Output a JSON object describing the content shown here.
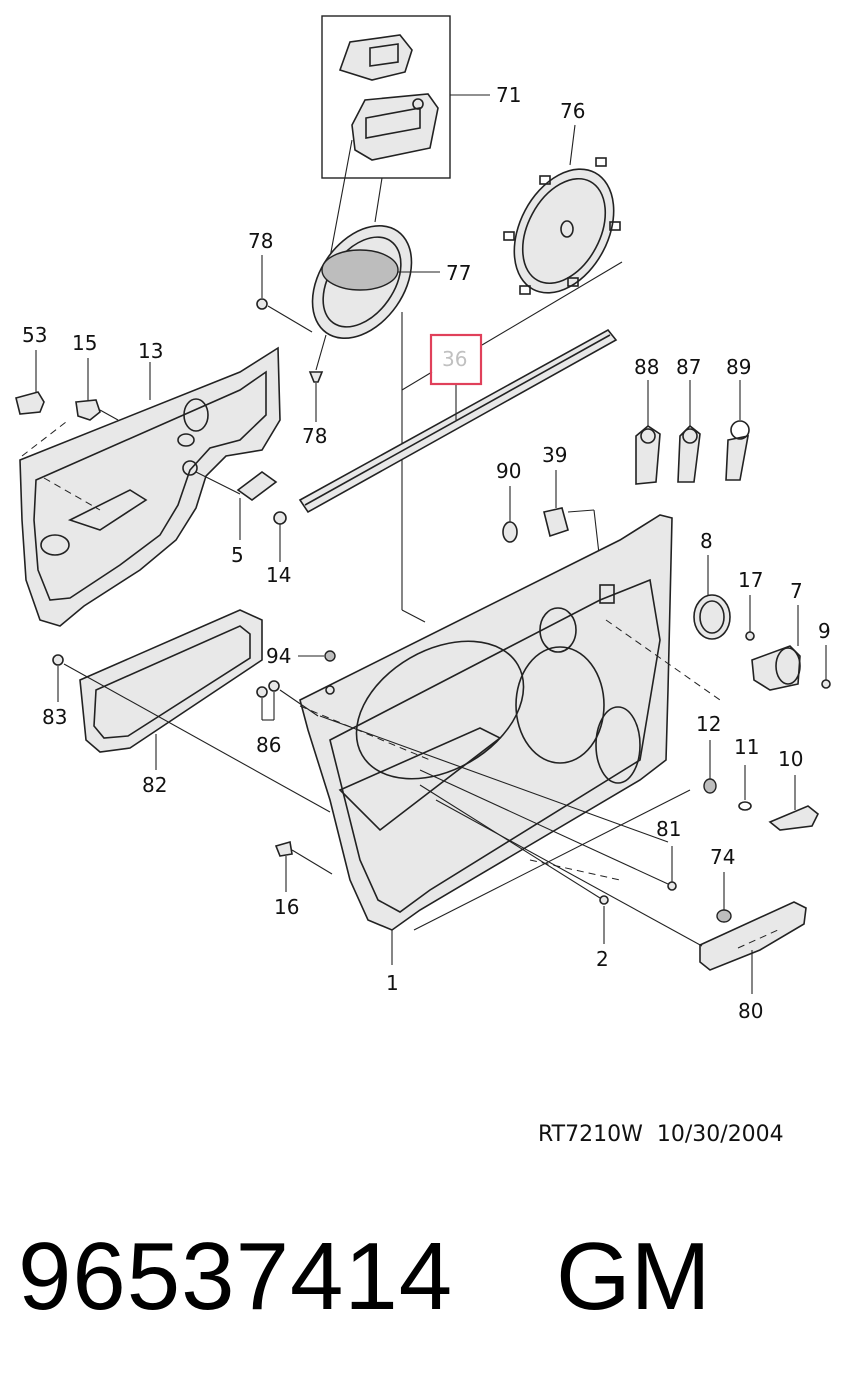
{
  "callouts": {
    "c71": "71",
    "c76": "76",
    "c78a": "78",
    "c77": "77",
    "c78b": "78",
    "c53": "53",
    "c15": "15",
    "c13": "13",
    "c36": "36",
    "c88": "88",
    "c87": "87",
    "c89": "89",
    "c90": "90",
    "c39": "39",
    "c5": "5",
    "c14": "14",
    "c8": "8",
    "c17": "17",
    "c7": "7",
    "c9": "9",
    "c94": "94",
    "c83": "83",
    "c86": "86",
    "c82": "82",
    "c12": "12",
    "c11": "11",
    "c10": "10",
    "c81": "81",
    "c74": "74",
    "c16": "16",
    "c2": "2",
    "c1": "1",
    "c80": "80"
  },
  "highlight": {
    "callout": "36",
    "color": "#e0405a"
  },
  "footer": {
    "reference_code": "RT7210W",
    "date": "10/30/2004",
    "part_number": "96537414",
    "brand": "GM"
  }
}
